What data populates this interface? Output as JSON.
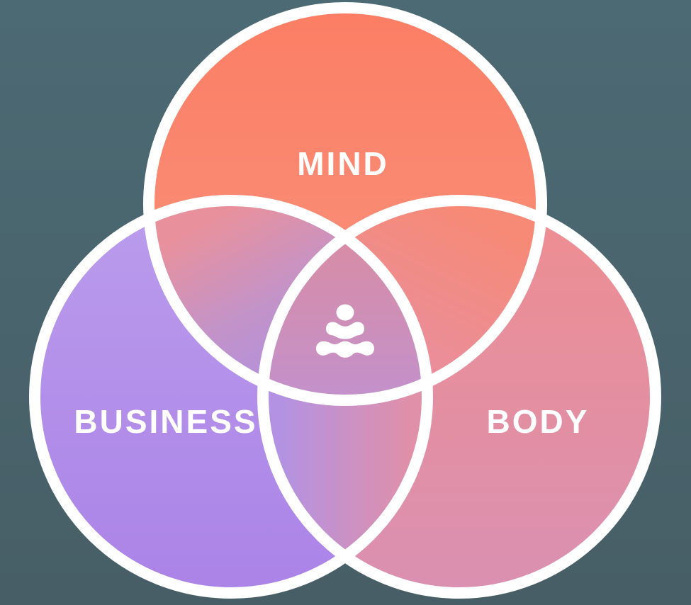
{
  "diagram": {
    "type": "venn",
    "labels": {
      "mind": "MIND",
      "business": "BUSINESS",
      "body": "BODY"
    },
    "center_icon": "meditation-icon",
    "colors": {
      "background_top": "#4C6A74",
      "background_bottom": "#475E66",
      "ring": "#FFFFFF",
      "label_text": "#FFFFFF",
      "icon": "#FFFFFF",
      "mind_top": "#FB7E64",
      "mind_bottom": "#F89480",
      "business_top": "#BA9CEC",
      "business_bottom": "#AB83E7",
      "body_top": "#EE8E90",
      "body_bottom": "#DA90B2",
      "mind_business_top": "#E8919D",
      "mind_business_mid": "#C393C8",
      "mind_business_bottom": "#AE90E2",
      "mind_body_top": "#F68A76",
      "mind_body_bottom": "#E78FA4",
      "business_body_left": "#B392E3",
      "business_body_right": "#E090A8",
      "center_top": "#D78DA7",
      "center_bottom": "#C391CB"
    }
  }
}
